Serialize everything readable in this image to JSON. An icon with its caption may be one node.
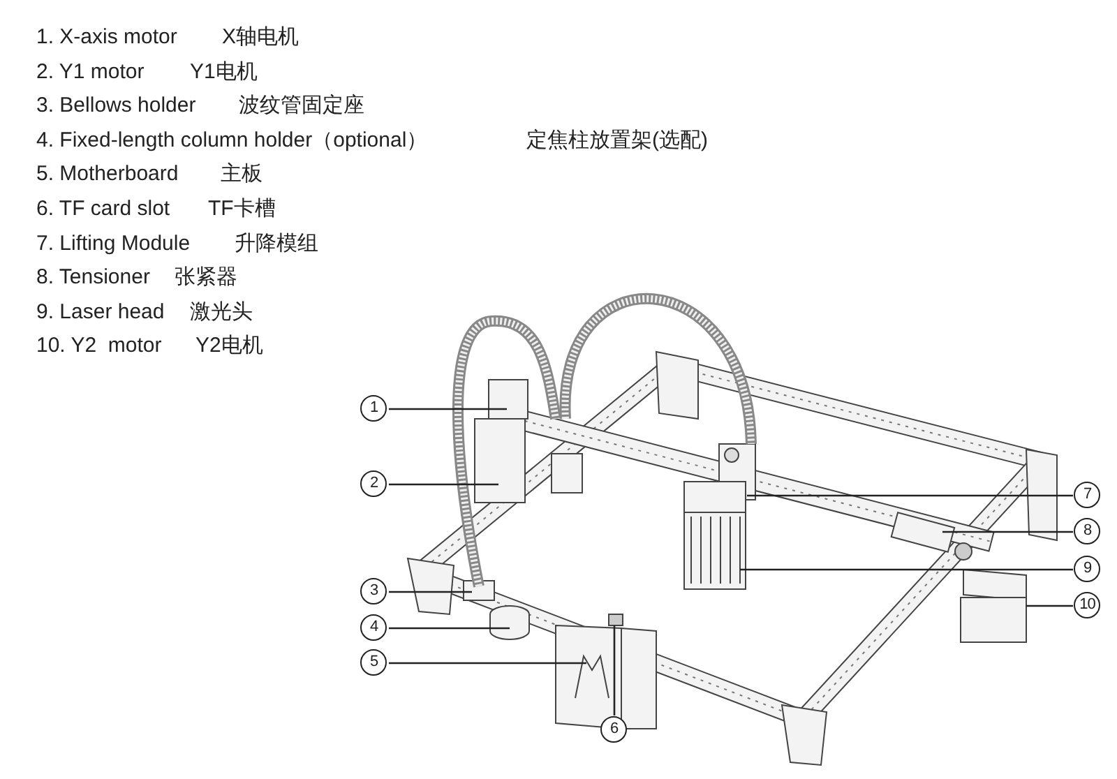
{
  "diagram": {
    "nodes": [
      {
        "text": [
          "1"
        ]
      },
      {
        "text": [
          "2"
        ]
      },
      {
        "text": [
          "3"
        ]
      },
      {
        "text": [
          "4"
        ]
      },
      {
        "text": [
          "5"
        ]
      },
      {
        "text": [
          "6"
        ]
      },
      {
        "text": [
          "7"
        ]
      },
      {
        "text": [
          "8"
        ]
      },
      {
        "text": [
          "9"
        ]
      },
      {
        "text": [
          "10"
        ]
      }
    ],
    "edges": [
      {
        "from": 0,
        "to": null,
        "arrow": "none"
      },
      {
        "from": 1,
        "to": null,
        "arrow": "none"
      },
      {
        "from": 2,
        "to": null,
        "arrow": "none"
      },
      {
        "from": 3,
        "to": null,
        "arrow": "none"
      },
      {
        "from": 4,
        "to": null,
        "arrow": "none"
      },
      {
        "from": 5,
        "to": null,
        "arrow": "none"
      },
      {
        "from": 6,
        "to": null,
        "arrow": "none"
      },
      {
        "from": 7,
        "to": null,
        "arrow": "none"
      },
      {
        "from": 8,
        "to": null,
        "arrow": "none"
      },
      {
        "from": 9,
        "to": null,
        "arrow": "none"
      }
    ],
    "labels": [
      "1. X-axis motor",
      "X轴电机",
      "2. Y1 motor",
      "Y1电机",
      "3. Bellows holder",
      "波纹管固定座",
      "4. Fixed-length column holder（optional）",
      "定焦柱放置架(选配)",
      "5. Motherboard",
      "主板",
      "6. TF card slot",
      "TF卡槽",
      "7. Lifting Module",
      "升降模组",
      "8. Tensioner",
      "张紧器",
      "9. Laser head",
      "激光头",
      "10. Y2  motor",
      "Y2电机"
    ]
  }
}
